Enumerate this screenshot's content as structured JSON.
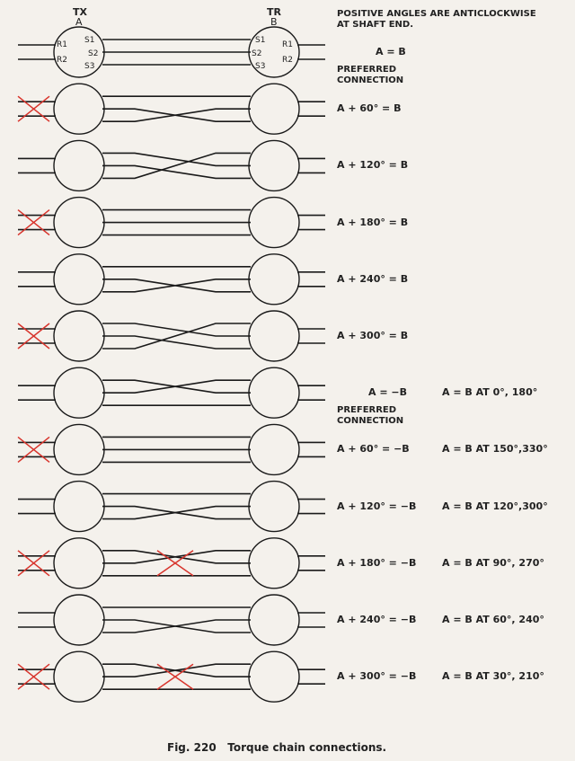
{
  "header": {
    "tx_label": "TX",
    "tx_sub": "A",
    "tr_label": "TR",
    "tr_sub": "B",
    "note_line1": "POSITIVE ANGLES ARE ANTICLOCKWISE",
    "note_line2": "AT SHAFT END."
  },
  "terminals": {
    "r1": "R1",
    "r2": "R2",
    "s1": "S1",
    "s2": "S2",
    "s3": "S3"
  },
  "rows": [
    {
      "relation": "A = B",
      "sub": "PREFERRED CONNECTION",
      "at": "",
      "rotor_cross": false,
      "stator_cross": false,
      "stator_swap": "none"
    },
    {
      "relation": "A + 60° = B",
      "at": "",
      "rotor_cross": true,
      "stator_cross": false,
      "stator_swap": "bottom"
    },
    {
      "relation": "A + 120° = B",
      "at": "",
      "rotor_cross": false,
      "stator_cross": false,
      "stator_swap": "rotate"
    },
    {
      "relation": "A + 180° = B",
      "at": "",
      "rotor_cross": true,
      "stator_cross": false,
      "stator_swap": "none"
    },
    {
      "relation": "A + 240° = B",
      "at": "",
      "rotor_cross": false,
      "stator_cross": false,
      "stator_swap": "bottom"
    },
    {
      "relation": "A + 300° = B",
      "at": "",
      "rotor_cross": true,
      "stator_cross": false,
      "stator_swap": "rotate"
    },
    {
      "relation": "A = −B",
      "sub": "PREFERRED CONNECTION",
      "at": "A = B  AT  0°, 180°",
      "rotor_cross": false,
      "stator_cross": false,
      "stator_swap": "top"
    },
    {
      "relation": "A + 60° = −B",
      "at": "A = B  AT  150°,330°",
      "rotor_cross": true,
      "stator_cross": false,
      "stator_swap": "none"
    },
    {
      "relation": "A + 120° = −B",
      "at": "A = B  AT  120°,300°",
      "rotor_cross": false,
      "stator_cross": false,
      "stator_swap": "bottom"
    },
    {
      "relation": "A + 180° = −B",
      "at": "A = B  AT  90°, 270°",
      "rotor_cross": true,
      "stator_cross": true,
      "stator_swap": "top"
    },
    {
      "relation": "A + 240° = −B",
      "at": "A = B  AT  60°, 240°",
      "rotor_cross": false,
      "stator_cross": false,
      "stator_swap": "bottom"
    },
    {
      "relation": "A + 300° = −B",
      "at": "A = B  AT  30°, 210°",
      "rotor_cross": true,
      "stator_cross": true,
      "stator_swap": "top"
    }
  ],
  "caption": {
    "number": "Fig. 220",
    "text": "Torque chain connections."
  },
  "colors": {
    "line": "#1a1a1a",
    "cross": "#d8342c",
    "paper": "#f4f1ec"
  }
}
